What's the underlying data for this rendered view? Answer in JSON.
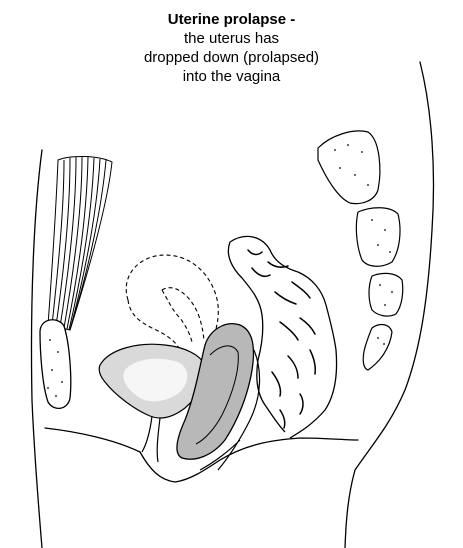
{
  "caption": {
    "title": "Uterine prolapse -",
    "line1": "the uterus has",
    "line2": "dropped down (prolapsed)",
    "line3": "into the vagina"
  }
}
